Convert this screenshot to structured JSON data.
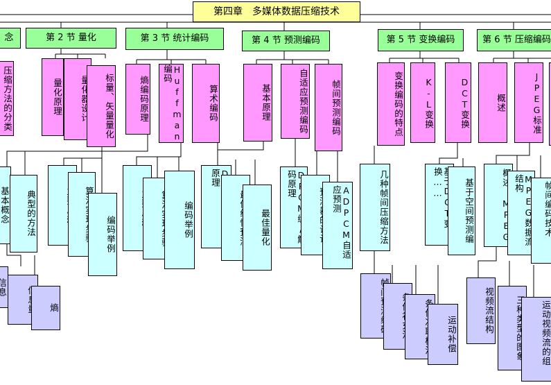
{
  "title": "第四章　多媒体数据压缩技术",
  "sections": {
    "s1": "念",
    "s2": "第 2 节  量化",
    "s3": "第 3 节  统计编码",
    "s4": "第 4 节  预测编码",
    "s5": "第 5 节  变换编码",
    "s6": "第 6 节  压缩编码"
  },
  "level1": {
    "s1_a": "压缩方法的分类",
    "s2_a": "量化原理",
    "s2_b": "量化器设计",
    "s2_c": "标量、矢量量化",
    "s3_a": "熵编码原理",
    "s3_b": "Huffman 编码",
    "s3_c": "算术编码",
    "s4_a": "基本原理",
    "s4_b": "自适应预测编码",
    "s4_c": "帧间预测编码",
    "s5_a": "变换编码的特点",
    "s5_b": "K-L变换",
    "s5_c": "DCT变换",
    "s6_a": "概述",
    "s6_b": "JPEG标准"
  },
  "level2": {
    "a1": "基本概念",
    "a2": "典型的方法",
    "b1": "主要思想",
    "b2": "算法实现步骤",
    "b3": "编码举例",
    "c1": "主要思想",
    "c2": "算法实现步骤",
    "c3": "编码举例",
    "d1": "DPCM的基本原理",
    "d2": "最佳线性预测",
    "d3": "最佳量化",
    "e1": "DPCM编/解码原理",
    "e2": "预测器的设计",
    "e3": "ADPCM自适应预测",
    "f1": "几种帧间压缩方法",
    "g1": "基于DCT变换……",
    "g2": "基于空间预测编",
    "h1": "概述 MPEG",
    "h2": "MPEG数据流结构",
    "h3": "帧间编码技术"
  },
  "level3": {
    "i1": "信息",
    "i2": "信息量",
    "i3": "熵",
    "j1": "帧间预测编码",
    "j2": "条件补充法",
    "j3": "条件次取样法",
    "j4": "运动补偿",
    "k1": "视频流结构",
    "k2": "三种类型的图象",
    "k3": "运动视频流的组"
  }
}
